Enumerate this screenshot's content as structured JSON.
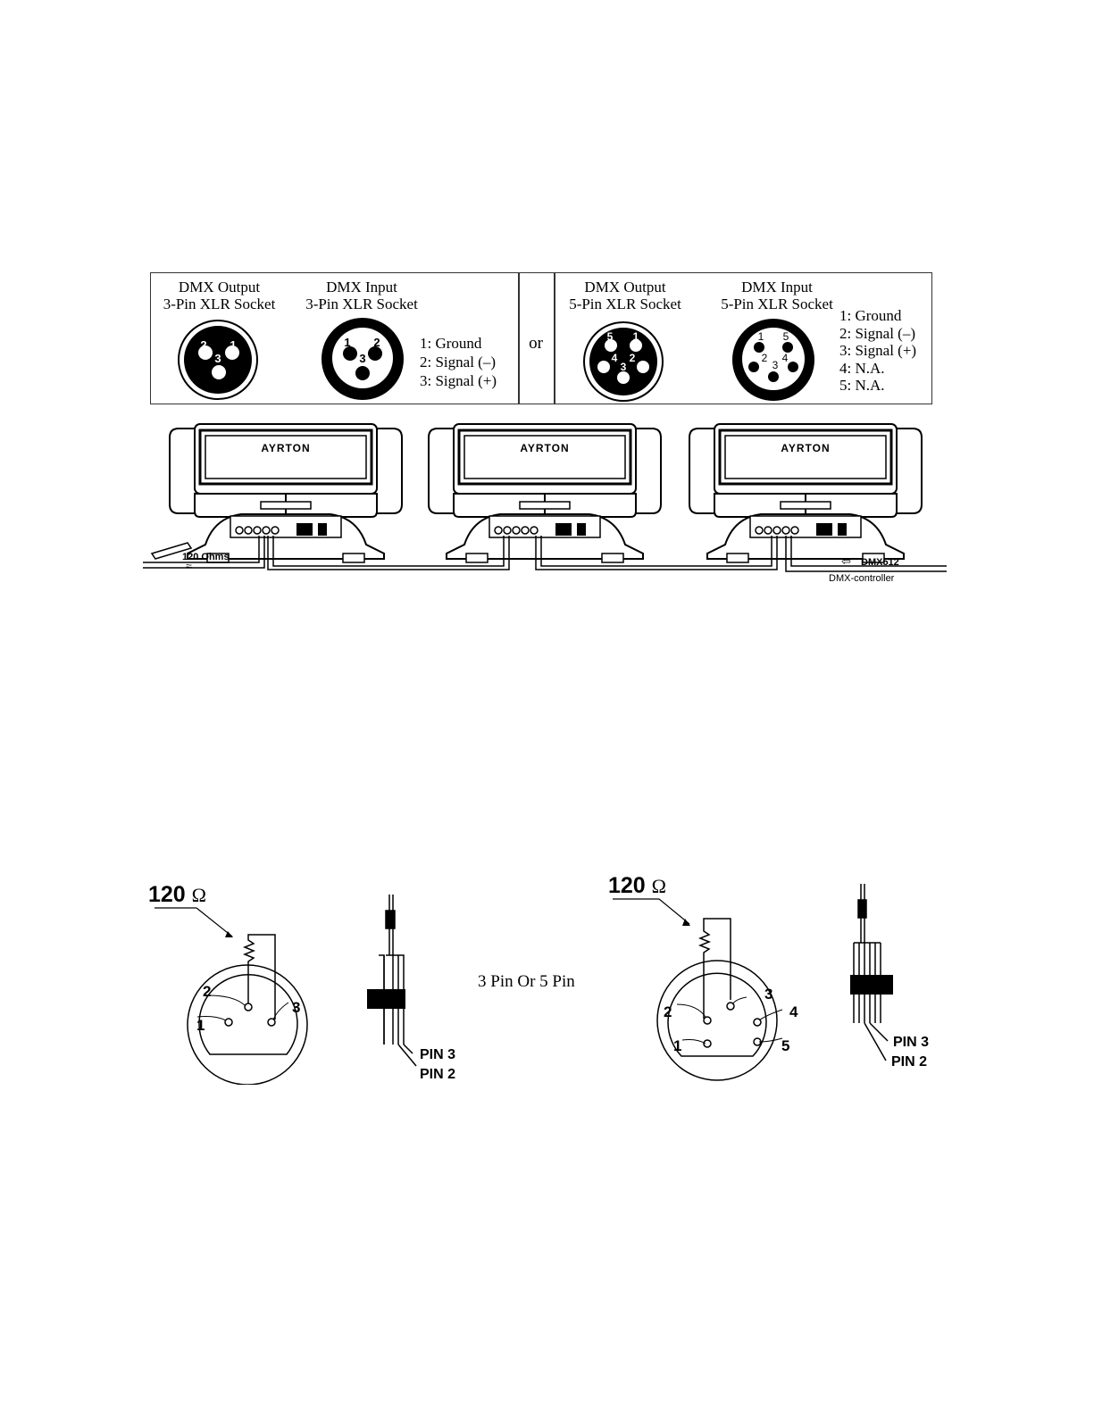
{
  "socket_box": {
    "three_pin_output": {
      "title_line1": "DMX Output",
      "title_line2": "3-Pin XLR Socket",
      "pins": [
        "2",
        "1",
        "3"
      ]
    },
    "three_pin_input": {
      "title_line1": "DMX Input",
      "title_line2": "3-Pin XLR Socket",
      "pins": [
        "1",
        "2",
        "3"
      ]
    },
    "three_pin_legend": [
      "1: Ground",
      "2:  Signal  (–)",
      "3: Signal (+)"
    ],
    "or_label": "or",
    "five_pin_output": {
      "title_line1": "DMX Output",
      "title_line2": "5-Pin XLR Socket",
      "pins": [
        "5",
        "1",
        "4",
        "2",
        "3"
      ]
    },
    "five_pin_input": {
      "title_line1": "DMX Input",
      "title_line2": "5-Pin XLR Socket",
      "pins": [
        "1",
        "5",
        "2",
        "4",
        "3"
      ]
    },
    "five_pin_legend": [
      "1: Ground",
      "2:  Signal  (–)",
      "3: Signal (+)",
      "4: N.A.",
      "5: N.A."
    ]
  },
  "daisy_chain": {
    "brand": "AYRTON",
    "terminator_label": "120 Ohms",
    "input_label": "DMX512",
    "controller_label": "DMX-controller"
  },
  "terminator": {
    "left_resistor": "120",
    "left_ohm": "Ω",
    "left_pins": [
      "2",
      "1",
      "3"
    ],
    "left_cable_pin3": "PIN 3",
    "left_cable_pin2": "PIN 2",
    "middle_label": "3 Pin Or 5 Pin",
    "right_resistor": "120",
    "right_ohm": "Ω",
    "right_pins": [
      "2",
      "3",
      "4",
      "1",
      "5"
    ],
    "right_cable_pin3": "PIN 3",
    "right_cable_pin2": "PIN 2"
  }
}
